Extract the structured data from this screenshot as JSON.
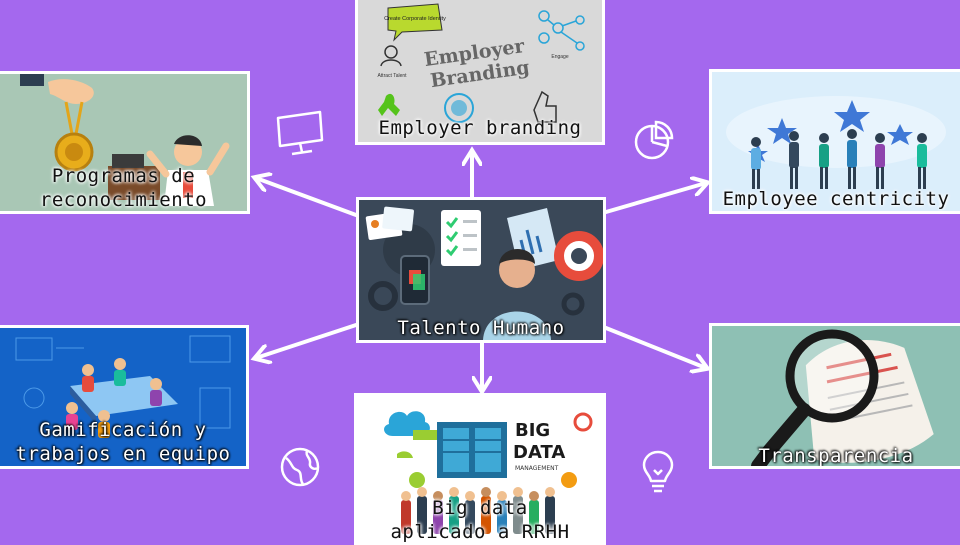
{
  "center": {
    "label": "Talento Humano"
  },
  "nodes": {
    "employer_branding": {
      "label": "Employer branding",
      "title_line1": "Employer",
      "title_line2": "Branding",
      "bubble_text": "Create Corporate Identity",
      "attract_text": "Attract Talent",
      "engage_text": "Engage"
    },
    "programas": {
      "label_line1": "Programas de",
      "label_line2": "reconocimiento"
    },
    "employee_centricity": {
      "label": "Employee centricity"
    },
    "gamificacion": {
      "label_line1": "Gamificación y",
      "label_line2": "trabajos en equipo"
    },
    "big_data": {
      "label_line1": "Big data",
      "label_line2": "aplicado a RRHH",
      "art_line1": "BIG",
      "art_line2": "DATA",
      "art_line3": "MANAGEMENT"
    },
    "transparencia": {
      "label": "Transparencia"
    }
  },
  "colors": {
    "background": "#a468ee",
    "arrow": "#ffffff"
  },
  "icons": [
    "monitor-icon",
    "pie-chart-icon",
    "globe-icon",
    "lightbulb-icon"
  ]
}
